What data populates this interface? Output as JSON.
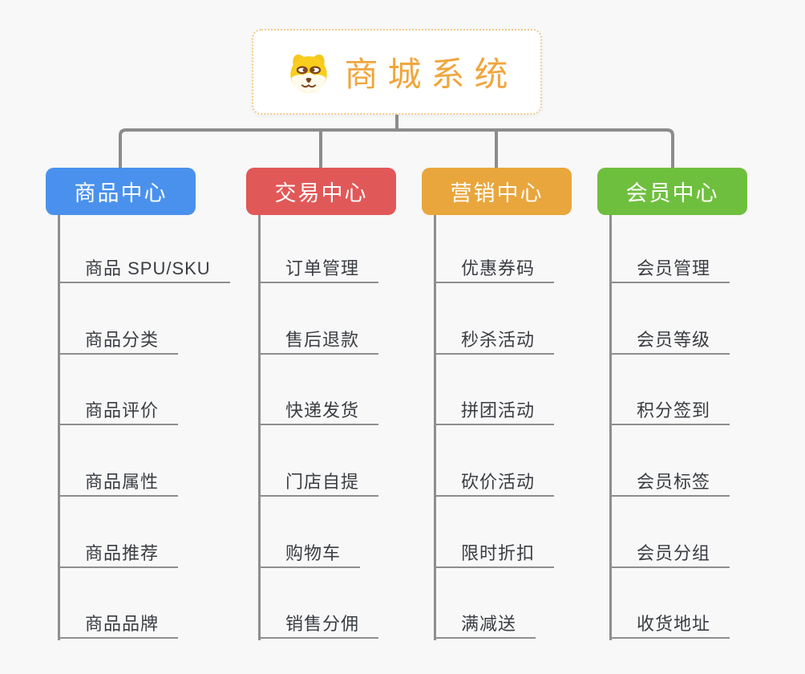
{
  "root": {
    "title": "商城系统",
    "icon": "dog-icon"
  },
  "branches": [
    {
      "label": "商品中心",
      "color": "#4A91ED",
      "items": [
        "商品 SPU/SKU",
        "商品分类",
        "商品评价",
        "商品属性",
        "商品推荐",
        "商品品牌"
      ]
    },
    {
      "label": "交易中心",
      "color": "#E15858",
      "items": [
        "订单管理",
        "售后退款",
        "快递发货",
        "门店自提",
        "购物车",
        "销售分佣"
      ]
    },
    {
      "label": "营销中心",
      "color": "#E9A63C",
      "items": [
        "优惠券码",
        "秒杀活动",
        "拼团活动",
        "砍价活动",
        "限时折扣",
        "满减送"
      ]
    },
    {
      "label": "会员中心",
      "color": "#6FBF3F",
      "items": [
        "会员管理",
        "会员等级",
        "积分签到",
        "会员标签",
        "会员分组",
        "收货地址"
      ]
    }
  ],
  "palette": {
    "background": "#F8F8F8",
    "connector_line": "#8C8C8C",
    "leaf_line": "#8E8E8E",
    "leaf_text": "#3A3D42",
    "root_border": "#F2C88A",
    "root_title": "#F0A63C",
    "root_background": "#FFFFFF",
    "header_text": "#FFFFFF"
  }
}
